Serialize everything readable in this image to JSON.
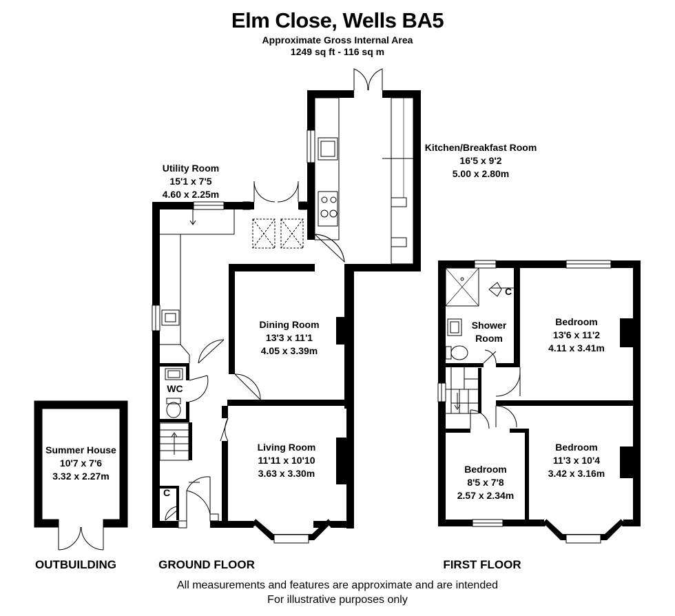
{
  "header": {
    "title": "Elm Close, Wells BA5",
    "area_label": "Approximate Gross Internal Area",
    "area_value": "1249 sq ft - 116 sq m"
  },
  "rooms": {
    "kitchen": {
      "name": "Kitchen/Breakfast Room",
      "imperial": "16'5 x 9'2",
      "metric": "5.00 x 2.80m"
    },
    "utility": {
      "name": "Utility Room",
      "imperial": "15'1 x 7'5",
      "metric": "4.60 x 2.25m"
    },
    "dining": {
      "name": "Dining Room",
      "imperial": "13'3 x 11'1",
      "metric": "4.05 x 3.39m"
    },
    "living": {
      "name": "Living Room",
      "imperial": "11'11 x 10'10",
      "metric": "3.63 x 3.30m"
    },
    "wc": {
      "name": "WC"
    },
    "ground_cupboard": {
      "name": "C"
    },
    "summer_house": {
      "name": "Summer House",
      "imperial": "10'7 x 7'6",
      "metric": "3.32 x 2.27m"
    },
    "shower": {
      "line1": "Shower",
      "line2": "Room"
    },
    "first_cupboard": {
      "name": "C"
    },
    "bedroom_1": {
      "name": "Bedroom",
      "imperial": "13'6 x 11'2",
      "metric": "4.11 x 3.41m"
    },
    "bedroom_2": {
      "name": "Bedroom",
      "imperial": "11'3 x 10'4",
      "metric": "3.42 x 3.16m"
    },
    "bedroom_3": {
      "name": "Bedroom",
      "imperial": "8'5 x 7'8",
      "metric": "2.57 x 2.34m"
    }
  },
  "floors": {
    "outbuilding": "OUTBUILDING",
    "ground": "GROUND FLOOR",
    "first": "FIRST FLOOR"
  },
  "footer": {
    "line1": "All measurements and features are approximate and are intended",
    "line2": "For illustrative purposes only"
  },
  "colors": {
    "wall": "#000000",
    "fixture_stroke": "#000000",
    "background": "#ffffff"
  }
}
